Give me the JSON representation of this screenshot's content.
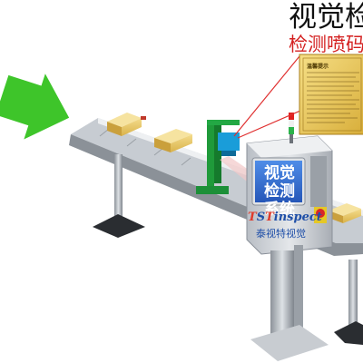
{
  "title": {
    "main": "视觉检",
    "sub": "检测喷码"
  },
  "machine": {
    "screen_text": "视觉检测系统",
    "brand_prefix_t": "T",
    "brand_prefix_s": "S",
    "brand_prefix_rest": "T",
    "brand_suffix": "inspect",
    "brand_cn": "泰视特视觉"
  },
  "label": {
    "title": "温馨提示"
  },
  "colors": {
    "arrow": "#3ec52a",
    "title_sub": "#d42020",
    "screen": "#2f6fd0",
    "cabinet": "#c9cdd2",
    "frame": "#8a9099",
    "beacon_red": "#e02020",
    "beacon_green": "#2bb34a",
    "estop": "#d8262a",
    "label_gold": "#e9c452",
    "callout_line": "#e03030",
    "mount": "#1f9a3a",
    "camera": "#1a9dd9"
  },
  "icons": [
    "green-arrow-icon",
    "estop-button-icon",
    "tower-light-icon",
    "camera-icon"
  ]
}
